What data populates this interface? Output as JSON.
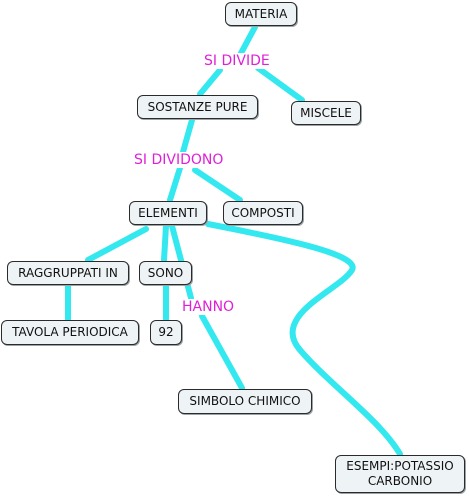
{
  "colors": {
    "connector": "#33e8ef",
    "link_text": "#e020d8",
    "node_bg": "#eef3f6",
    "node_border": "#2b2b2b"
  },
  "nodes": {
    "materia": "MATERIA",
    "sostanze_pure": "SOSTANZE PURE",
    "miscele": "MISCELE",
    "elementi": "ELEMENTI",
    "composti": "COMPOSTI",
    "raggruppati_in": "RAGGRUPPATI IN",
    "sono": "SONO",
    "tavola_periodica": "TAVOLA PERIODICA",
    "numero_92": "92",
    "simbolo_chimico": "SIMBOLO CHIMICO",
    "esempi": "ESEMPI:POTASSIO\nCARBONIO"
  },
  "link_labels": {
    "si_divide": "SI DIVIDE",
    "si_dividono": "SI DIVIDONO",
    "hanno": "HANNO"
  }
}
